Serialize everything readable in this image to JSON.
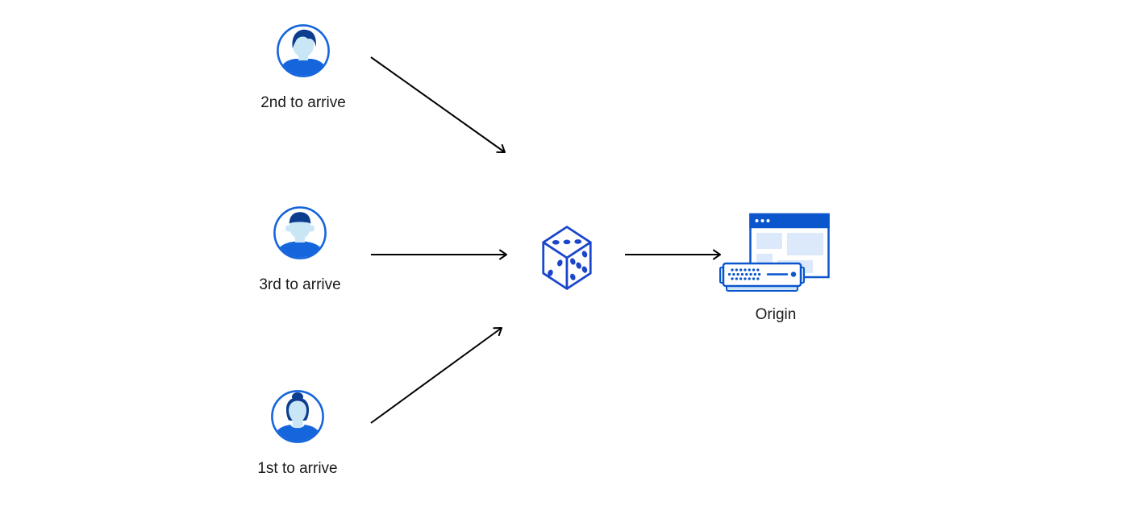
{
  "theme": {
    "canvas-bg": "#ffffff",
    "accent-blue": "#1565dc",
    "navy": "#0d3d8f",
    "skin-blue": "#c9e6f6",
    "dice-blue": "#1b46cb",
    "bar-blue": "#0b55cd",
    "panel-light": "#dce9fb",
    "server-light": "#cfe6f8",
    "arrow-black": "#000000",
    "text-color": "#1a1a1a"
  },
  "nodes": {
    "user_second": {
      "label": "2nd to arrive",
      "icon": "male-avatar-swept-hair-icon"
    },
    "user_third": {
      "label": "3rd to arrive",
      "icon": "male-avatar-short-hair-icon"
    },
    "user_first": {
      "label": "1st to arrive",
      "icon": "female-avatar-bun-icon"
    },
    "dice": {
      "icon": "dice-icon"
    },
    "origin": {
      "label": "Origin",
      "icon": "origin-server-browser-icon"
    }
  },
  "edges": [
    {
      "from": "user_second",
      "to": "dice"
    },
    {
      "from": "user_third",
      "to": "dice"
    },
    {
      "from": "user_first",
      "to": "dice"
    },
    {
      "from": "dice",
      "to": "origin"
    }
  ]
}
